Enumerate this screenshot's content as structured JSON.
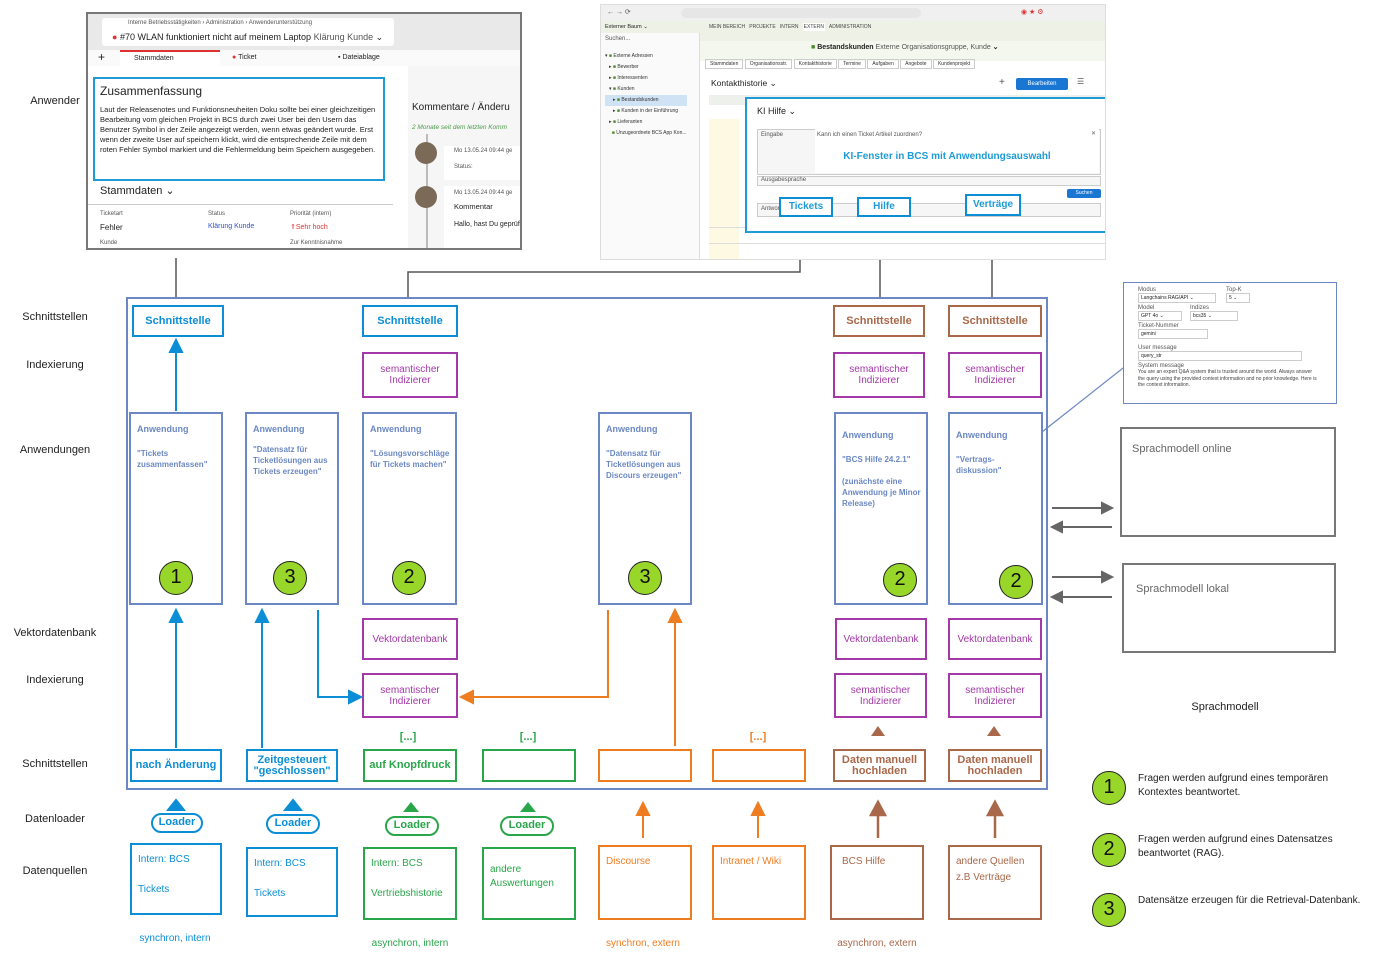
{
  "row_labels": {
    "anwender": "Anwender",
    "schnittstellen_top": "Schnittstellen",
    "indexierung_top": "Indexierung",
    "anwendungen": "Anwendungen",
    "vektordatenbank": "Vektordatenbank",
    "indexierung_bottom": "Indexierung",
    "schnittstellen_bottom": "Schnittstellen",
    "datenloader": "Datenloader",
    "datenquellen": "Datenquellen"
  },
  "ticket_screenshot": {
    "breadcrumb": "Interne Betriebsstätigkeiten  ›  Administration  ›  Anwenderunterstützung",
    "title": "#70 WLAN funktioniert nicht auf meinem Laptop",
    "title_status": "Klärung Kunde",
    "tabs": [
      "Stammdaten",
      "Ticket",
      "Dateiablage"
    ],
    "summary_title": "Zusammenfassung",
    "summary_text": "Laut der Releasenotes und Funktionsneuheiten Doku sollte bei einer gleichzeitigen Bearbeitung vom gleichen Projekt in BCS durch zwei User bei den Usern das Benutzer Symbol in der Zeile angezeigt werden, wenn etwas geändert wurde.  Erst wenn der zweite User auf speichern klickt, wird die entsprechende Zeile mit dem roten Fehler Symbol markiert und die Fehlermeldung beim Speichern ausgegeben.",
    "stammdaten_label": "Stammdaten",
    "fields_labels": [
      "Ticketart",
      "Status",
      "Priorität (intern)"
    ],
    "fields_values": [
      "Fehler",
      "Klärung Kunde",
      "Sehr hoch"
    ],
    "kunde_label": "Kunde",
    "kenntnis_label": "Zur Kenntnisnahme",
    "comments_title": "Kommentare / Änderu",
    "comments_meta": "2 Monate seit dem letzten Komm",
    "comment1_date": "Mo 13.05.24 09:44 ge",
    "comment1_sub": "Status:",
    "comment2_date": "Mo 13.05.24 09:44 ge",
    "comment2_sub": "Kommentar",
    "comment2_text": "Hallo, hast Du geprüft"
  },
  "crm_screenshot": {
    "nav_items": [
      "MEIN BEREICH",
      "PROJEKTE",
      "INTERN",
      "EXTERN",
      "ADMINISTRATION"
    ],
    "header": "Bestandskunden",
    "header_sub": "Externe Organisationsgruppe, Kunde",
    "tree_root": "Externer Baum",
    "search": "Suchen...",
    "tree_items": [
      "Externe Adressen",
      "Bewerber",
      "Interessenten",
      "Kunden",
      "Bestandskunden",
      "Kunden in der Einführung",
      "Lieferanten",
      "Unzugeordnete BCS App Kon..."
    ],
    "tabs": [
      "Stammdaten",
      "Organisationsstr.",
      "Kontakthistorie",
      "Termine",
      "Aufgaben",
      "Angebote",
      "Kundenprojekt"
    ],
    "section": "Kontakthistorie",
    "edit_button": "Bearbeiten",
    "search_placeholder": "Suchen"
  },
  "ki_window": {
    "title": "KI Hilfe",
    "input_label": "Eingabe",
    "input_text": "Kann ich einen Ticket Artikel zuordnen?",
    "headline": "KI-Fenster in BCS mit Anwendungsauswahl",
    "output_label": "Ausgabesprache",
    "answer_label": "Antwort",
    "search_button": "Suchen",
    "choices": [
      "Tickets",
      "Hilfe",
      "Verträge"
    ]
  },
  "settings_screenshot": {
    "model_label": "Modus",
    "model_value": "Langchains RAG/API",
    "topk_label": "Top-K",
    "topk_value": "5",
    "llm_label": "Model",
    "llm_value": "GPT 4o",
    "index_label": "Indizes",
    "index_value": "bcs35",
    "ticket_label": "Ticket-Nummer",
    "ticket_value": "gemini",
    "user_label": "User message",
    "user_value": "query_str",
    "system_label": "System message",
    "system_text": "You are an expert Q&A system that is trusted around the world. Always answer the query using the provided context information and no prior knowledge. Here is the context information."
  },
  "top_interfaces": [
    {
      "label": "Schnittstelle",
      "color": "blue"
    },
    {
      "label": "Schnittstelle",
      "color": "blue"
    },
    {
      "label": "Schnittstelle",
      "color": "brown"
    },
    {
      "label": "Schnittstelle",
      "color": "brown"
    }
  ],
  "indexers": {
    "semantic": "semantischer Indizierer"
  },
  "applications": [
    {
      "title": "Anwendung",
      "desc": "\"Tickets zusammenfassen\"",
      "badge": "1"
    },
    {
      "title": "Anwendung",
      "desc": "\"Datensatz für Ticketlösungen aus Tickets erzeugen\"",
      "badge": "3"
    },
    {
      "title": "Anwendung",
      "desc": "\"Lösungsvorschläge für Tickets machen\"",
      "badge": "2"
    },
    {
      "title": "Anwendung",
      "desc": "\"Datensatz für Ticketlösungen aus Discours erzeugen\"",
      "badge": "3"
    },
    {
      "title": "Anwendung",
      "desc": "\"BCS Hilfe 24.2.1\"\n\n(zunächste eine Anwendung je Minor Release)",
      "badge": "2"
    },
    {
      "title": "Anwendung",
      "desc": "\"Vertrags-diskussion\"",
      "badge": "2"
    }
  ],
  "vector_db": "Vektordatenbank",
  "bottom_interfaces": [
    {
      "label": "nach Änderung",
      "color": "blue",
      "above": ""
    },
    {
      "label": "Zeitgesteuert \"geschlossen\"",
      "color": "blue",
      "above": ""
    },
    {
      "label": "auf Knopfdruck",
      "color": "green",
      "above": "[...]"
    },
    {
      "label": "",
      "color": "green",
      "above": "[...]"
    },
    {
      "label": "",
      "color": "orange",
      "above": ""
    },
    {
      "label": "",
      "color": "orange",
      "above": "[...]"
    },
    {
      "label": "Daten manuell hochladen",
      "color": "brown",
      "above": ""
    },
    {
      "label": "Daten manuell hochladen",
      "color": "brown",
      "above": ""
    }
  ],
  "loader": "Loader",
  "sources": [
    {
      "line1": "Intern: BCS",
      "line2": "Tickets"
    },
    {
      "line1": "Intern: BCS",
      "line2": "Tickets"
    },
    {
      "line1": "Intern: BCS",
      "line2": "Vertriebshistorie"
    },
    {
      "line1": "andere",
      "line2": "Auswertungen"
    },
    {
      "line1": "Discourse",
      "line2": ""
    },
    {
      "line1": "Intranet / Wiki",
      "line2": ""
    },
    {
      "line1": "BCS Hilfe",
      "line2": ""
    },
    {
      "line1": "andere Quellen",
      "line2": "z.B Verträge"
    }
  ],
  "footers": [
    "synchron, intern",
    "asynchron, intern",
    "synchron, extern",
    "asynchron, extern"
  ],
  "models": {
    "online": "Sprachmodell online",
    "local": "Sprachmodell lokal",
    "caption": "Sprachmodell"
  },
  "legend": [
    {
      "num": "1",
      "text": "Fragen werden aufgrund eines temporären Kontextes beantwortet."
    },
    {
      "num": "2",
      "text": "Fragen werden aufgrund eines Datensatzes beantwortet (RAG)."
    },
    {
      "num": "3",
      "text": "Datensätze erzeugen für die Retrieval-Datenbank."
    }
  ],
  "colors": {
    "blue": "#0b8ed6",
    "green": "#2aa64a",
    "orange": "#ee7d22",
    "brown": "#a9684a",
    "purple": "#a338a8",
    "app": "#6b88c4",
    "badge": "#99d62a"
  }
}
